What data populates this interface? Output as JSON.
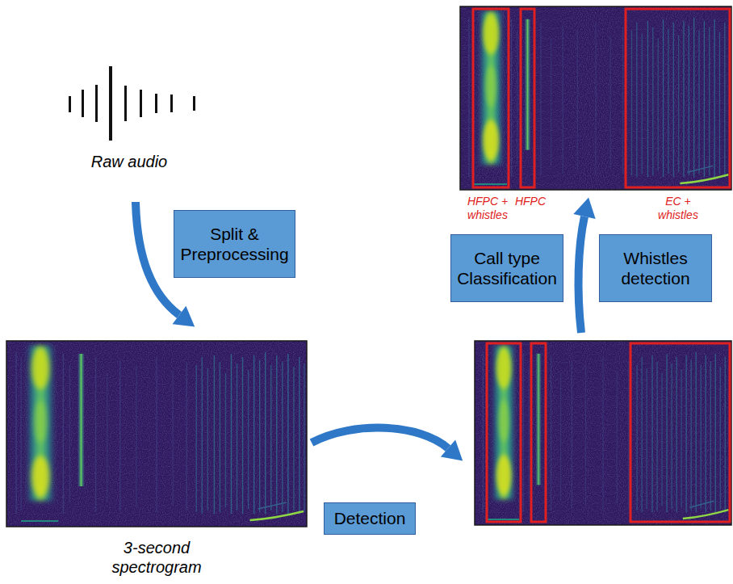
{
  "diagram": {
    "nodes": [
      {
        "text": [
          "Split & Preprocessing"
        ]
      },
      {
        "text": [
          "Detection"
        ]
      },
      {
        "text": [
          "Call type Classification"
        ]
      },
      {
        "text": [
          "Whistles detection"
        ]
      }
    ],
    "labels": [
      "Raw audio",
      "3-second spectrogram",
      "HFPC + whistles",
      "HFPC",
      "EC + whistles"
    ]
  }
}
